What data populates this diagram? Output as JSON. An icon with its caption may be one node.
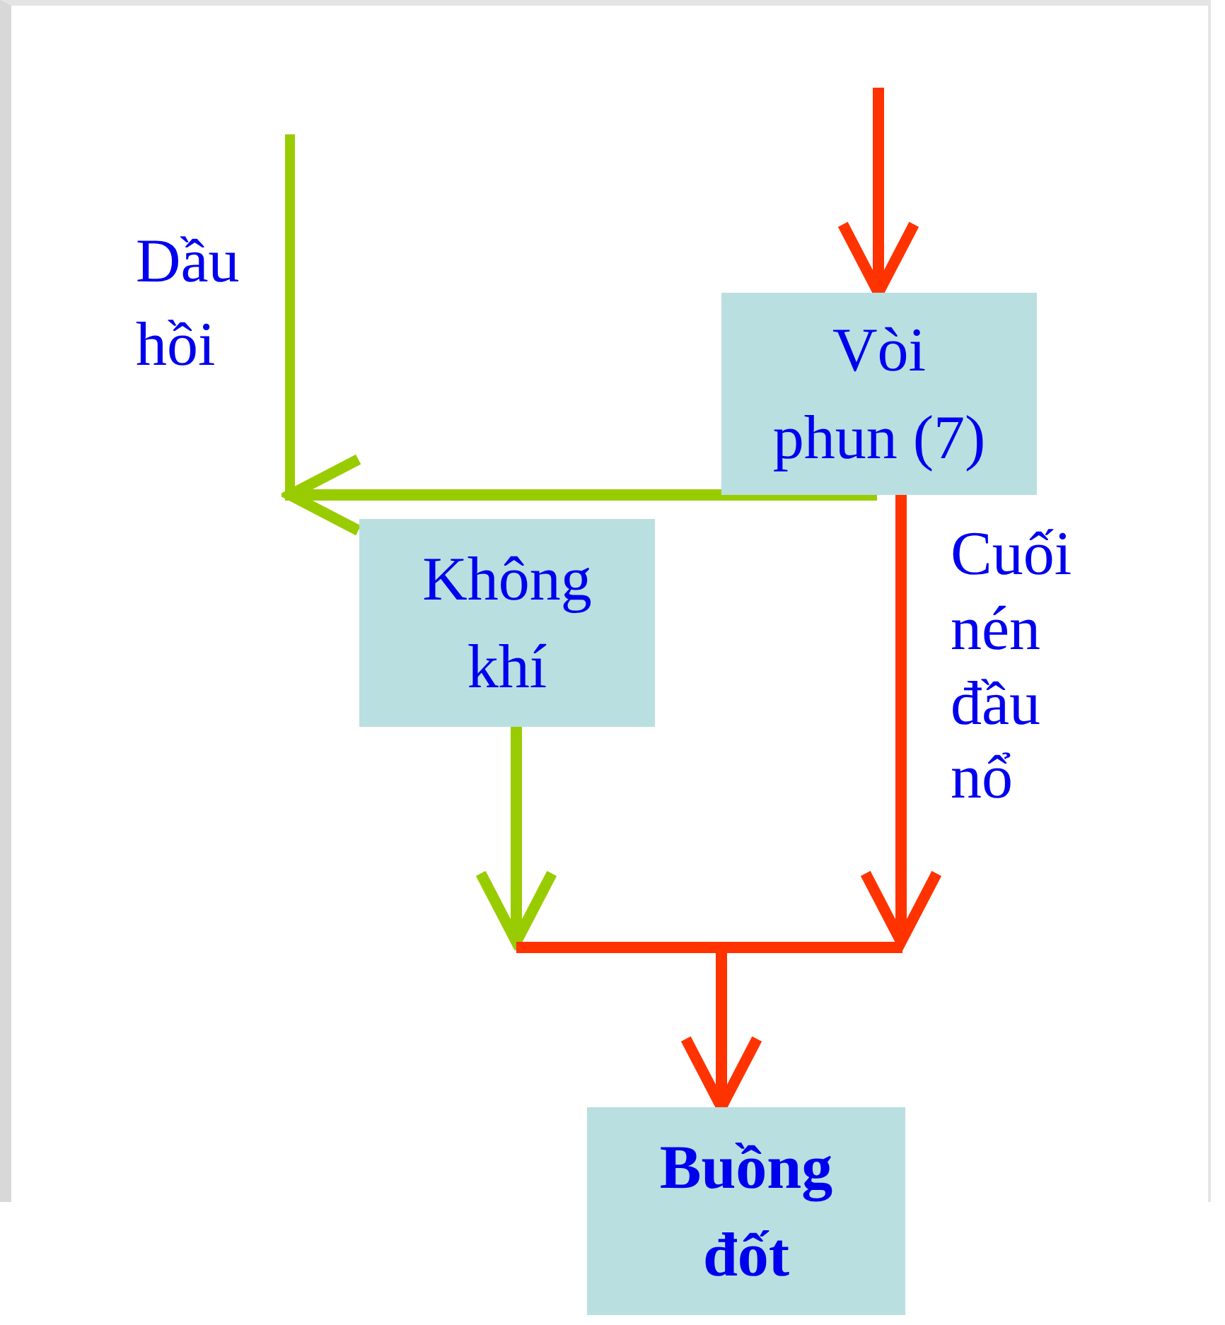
{
  "diagram": {
    "nodes": [
      {
        "text": [
          "Vòi phun (7)"
        ]
      },
      {
        "text": [
          "Không khí"
        ]
      },
      {
        "text": [],
        "shape": "bar"
      },
      {
        "text": [
          "Buồng đốt"
        ]
      }
    ],
    "edges": [
      {
        "from": null,
        "to": 0,
        "arrow": "to"
      },
      {
        "from": 0,
        "to": null,
        "arrow": "to",
        "color": "#99cc00"
      },
      {
        "from": 1,
        "to": 2,
        "arrow": "to",
        "color": "#99cc00"
      },
      {
        "from": 0,
        "to": 2,
        "arrow": "to",
        "label": "Cuối nén đầu nổ"
      },
      {
        "from": 2,
        "to": 3,
        "arrow": "to"
      }
    ],
    "labels": [
      "Dầu hồi"
    ]
  }
}
